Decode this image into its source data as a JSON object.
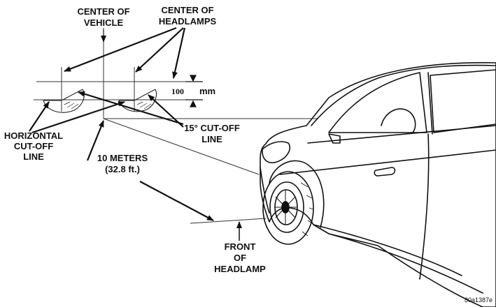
{
  "labels": {
    "center_vehicle": [
      "CENTER OF",
      "VEHICLE"
    ],
    "center_headlamps": [
      "CENTER OF",
      "HEADLAMPS"
    ],
    "measurement_value": "100",
    "measurement_unit": "mm",
    "cutoff_15": [
      "15° CUT-OFF",
      "LINE"
    ],
    "horizontal_cutoff": [
      "HORIZONTAL",
      "CUT-OFF",
      "LINE"
    ],
    "distance": [
      "10 METERS",
      "(32.8 ft.)"
    ],
    "front_headlamp": [
      "FRONT",
      "OF",
      "HEADLAMP"
    ],
    "figure_code": "80a1387e"
  },
  "colors": {
    "ink": "#111111",
    "line": "#222222",
    "background": "#ffffff"
  },
  "icons": [
    "arrow-head",
    "headlamp-beam-pattern",
    "car-outline"
  ]
}
